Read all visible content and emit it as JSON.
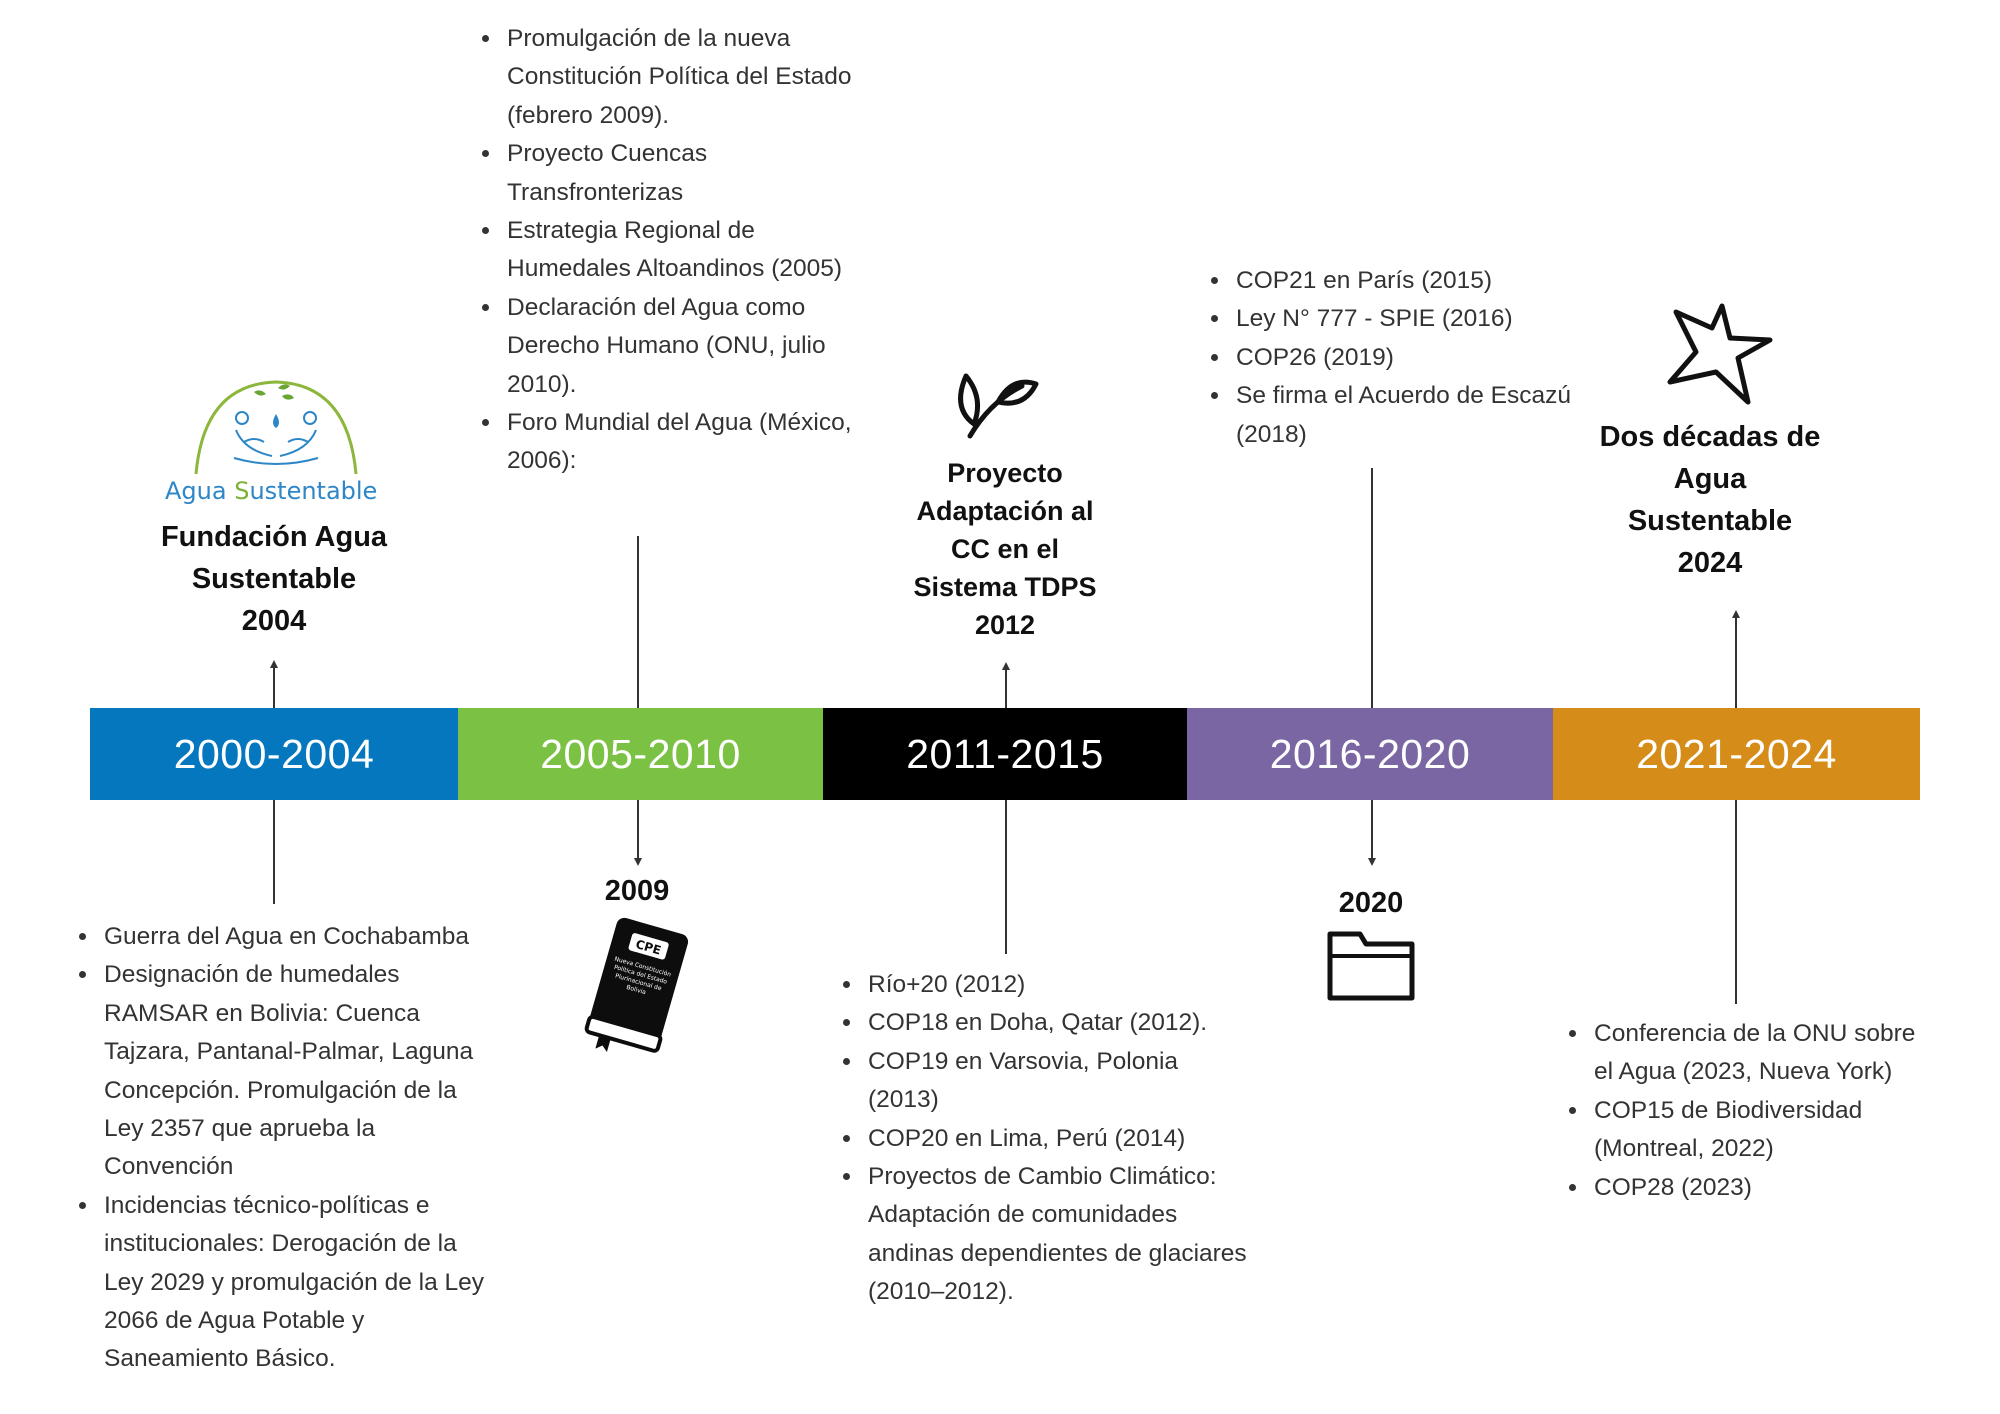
{
  "periods": [
    {
      "label": "2000-2004",
      "color": "#0577bf"
    },
    {
      "label": "2005-2010",
      "color": "#7bc143"
    },
    {
      "label": "2011-2015",
      "color": "#000000"
    },
    {
      "label": "2016-2020",
      "color": "#7a66a3"
    },
    {
      "label": "2021-2024",
      "color": "#d68c18"
    }
  ],
  "logo": {
    "word1": "Agua ",
    "word2_first": "S",
    "word2_rest": "ustentable"
  },
  "events": {
    "e2004": [
      "Fundación Agua",
      "Sustentable",
      "2004"
    ],
    "e2009": "2009",
    "e2012": [
      "Proyecto",
      "Adaptación al",
      "CC en el",
      "Sistema TDPS",
      "2012"
    ],
    "e2020": "2020",
    "e2024": [
      "Dos décadas de",
      "Agua",
      "Sustentable",
      "2024"
    ]
  },
  "book": {
    "title": "CPE",
    "subtitle": [
      "Nueva Constitución",
      "Política del Estado",
      "Plurinacional de",
      "Bolivia"
    ]
  },
  "lists": {
    "l2000": [
      "Guerra del Agua en Cochabamba",
      "Designación de humedales RAMSAR en Bolivia: Cuenca Tajzara, Pantanal-Palmar, Laguna Concepción. Promulgación de la Ley 2357 que aprueba la Convención",
      "Incidencias técnico-políticas e institucionales: Derogación de la Ley 2029 y promulgación de la Ley 2066 de Agua Potable y Saneamiento Básico."
    ],
    "l2005": [
      "Promulgación de la nueva Constitución Política del Estado (febrero 2009).",
      "Proyecto Cuencas Transfronterizas",
      "Estrategia Regional de Humedales Altoandinos (2005)",
      "Declaración del Agua como Derecho Humano (ONU, julio 2010).",
      "Foro Mundial del Agua (México, 2006):"
    ],
    "l2011": [
      "Río+20 (2012)",
      "COP18 en Doha, Qatar (2012).",
      "COP19 en Varsovia, Polonia (2013)",
      "COP20 en Lima, Perú (2014)",
      "Proyectos de Cambio Climático: Adaptación de comunidades andinas dependientes de glaciares (2010–2012)."
    ],
    "l2016": [
      "COP21 en París (2015)",
      "Ley N° 777 - SPIE (2016)",
      "COP26 (2019)",
      "Se firma el Acuerdo de Escazú (2018)"
    ],
    "l2021": [
      "Conferencia de la ONU sobre el Agua (2023, Nueva York)",
      "COP15 de Biodiversidad (Montreal, 2022)",
      "COP28 (2023)"
    ]
  }
}
